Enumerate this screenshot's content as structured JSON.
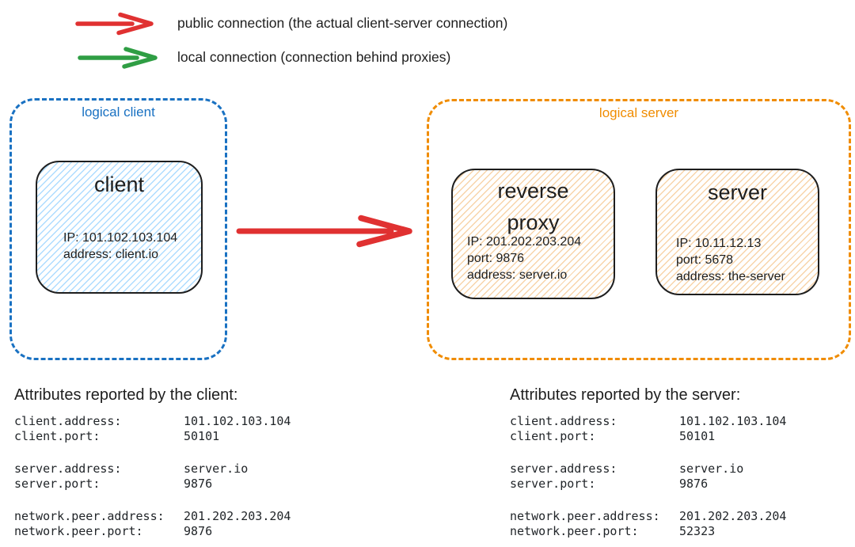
{
  "colors": {
    "public_connection": "#e03131",
    "local_connection": "#2f9e44",
    "logical_client_border": "#1971c2",
    "logical_server_border": "#f08c00",
    "node_border": "#1e1e1e",
    "client_hatch": "#a5d8ff",
    "server_hatch": "#f6cd9b"
  },
  "legend": {
    "items": [
      {
        "name": "public-connection",
        "arrow_color": "#e03131",
        "label": "public connection (the actual client-server connection)"
      },
      {
        "name": "local-connection",
        "arrow_color": "#2f9e44",
        "label": "local connection (connection behind proxies)"
      }
    ]
  },
  "diagram": {
    "logical_client": {
      "label": "logical client",
      "client_node": {
        "title": "client",
        "lines": [
          "IP: 101.102.103.104",
          "address: client.io"
        ]
      }
    },
    "connection_arrow": {
      "type": "public",
      "color": "#e03131"
    },
    "logical_server": {
      "label": "logical server",
      "reverse_proxy_node": {
        "title": "reverse proxy",
        "lines": [
          "IP: 201.202.203.204",
          "port: 9876",
          "address: server.io"
        ]
      },
      "server_node": {
        "title": "server",
        "lines": [
          "IP: 10.11.12.13",
          "port: 5678",
          "address: the-server"
        ]
      }
    }
  },
  "attributes_client": {
    "heading": "Attributes reported by the client:",
    "groups": [
      {
        "rows": [
          {
            "key": "client.address:",
            "value": "101.102.103.104"
          },
          {
            "key": "client.port:",
            "value": "50101"
          }
        ]
      },
      {
        "rows": [
          {
            "key": "server.address:",
            "value": "server.io"
          },
          {
            "key": "server.port:",
            "value": "9876"
          }
        ]
      },
      {
        "rows": [
          {
            "key": "network.peer.address:",
            "value": "201.202.203.204"
          },
          {
            "key": "network.peer.port:",
            "value": "9876"
          }
        ]
      }
    ]
  },
  "attributes_server": {
    "heading": "Attributes reported by the server:",
    "groups": [
      {
        "rows": [
          {
            "key": "client.address:",
            "value": "101.102.103.104"
          },
          {
            "key": "client.port:",
            "value": "50101"
          }
        ]
      },
      {
        "rows": [
          {
            "key": "server.address:",
            "value": "server.io"
          },
          {
            "key": "server.port:",
            "value": "9876"
          }
        ]
      },
      {
        "rows": [
          {
            "key": "network.peer.address:",
            "value": "201.202.203.204"
          },
          {
            "key": "network.peer.port:",
            "value": "52323"
          }
        ]
      }
    ]
  }
}
